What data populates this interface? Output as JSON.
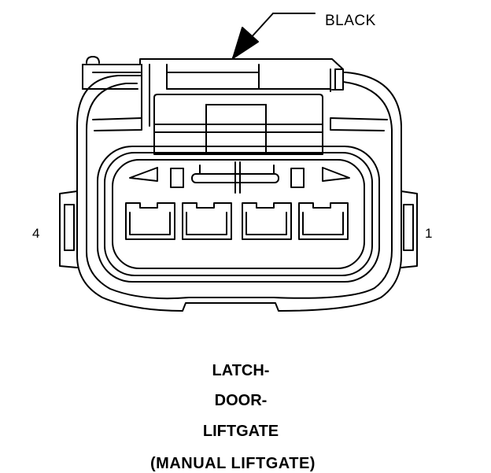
{
  "callout": {
    "label": "BLACK"
  },
  "pins": {
    "left": "4",
    "right": "1"
  },
  "caption": {
    "line1": "LATCH-",
    "line2": "DOOR-",
    "line3": "LIFTGATE",
    "line4": "(MANUAL LIFTGATE)"
  },
  "colors": {
    "ink": "#000000",
    "background": "#ffffff"
  }
}
